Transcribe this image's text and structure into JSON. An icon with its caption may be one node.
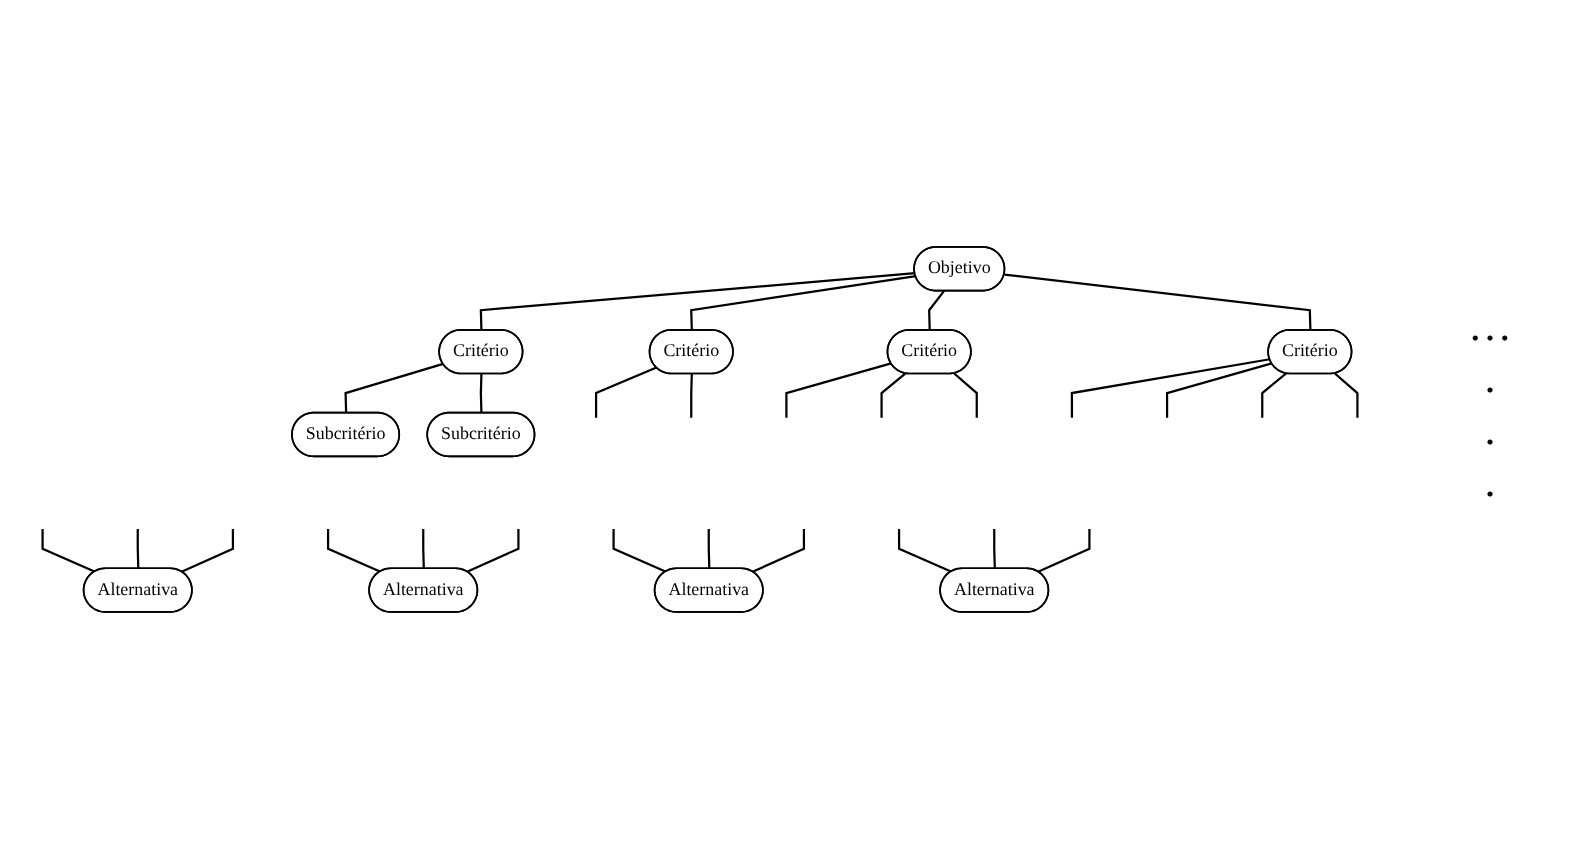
{
  "diagram": {
    "nodes": [
      {
        "text": [
          "Objetivo"
        ]
      },
      {
        "text": [
          "Critério"
        ]
      },
      {
        "text": [
          "Critério"
        ]
      },
      {
        "text": [
          "Critério"
        ]
      },
      {
        "text": [
          "Critério"
        ]
      },
      {
        "text": [
          "Subcritério"
        ]
      },
      {
        "text": [
          "Subcritério"
        ]
      },
      {
        "text": [
          "Alternativa"
        ]
      },
      {
        "text": [
          "Alternativa"
        ]
      },
      {
        "text": [
          "Alternativa"
        ]
      },
      {
        "text": [
          "Alternativa"
        ]
      }
    ],
    "edges": [
      {
        "from": 0,
        "to": 1,
        "arrow": "none"
      },
      {
        "from": 0,
        "to": 2,
        "arrow": "none"
      },
      {
        "from": 0,
        "to": 3,
        "arrow": "none"
      },
      {
        "from": 0,
        "to": 4,
        "arrow": "none"
      },
      {
        "from": 1,
        "to": 5,
        "arrow": "none"
      },
      {
        "from": 1,
        "to": 6,
        "arrow": "none"
      },
      {
        "from": 2,
        "to": null,
        "arrow": "none"
      },
      {
        "from": 2,
        "to": null,
        "arrow": "none"
      },
      {
        "from": 3,
        "to": null,
        "arrow": "none"
      },
      {
        "from": 3,
        "to": null,
        "arrow": "none"
      },
      {
        "from": 3,
        "to": null,
        "arrow": "none"
      },
      {
        "from": 4,
        "to": null,
        "arrow": "none"
      },
      {
        "from": 4,
        "to": null,
        "arrow": "none"
      },
      {
        "from": 4,
        "to": null,
        "arrow": "none"
      },
      {
        "from": 4,
        "to": null,
        "arrow": "none"
      },
      {
        "from": null,
        "to": 7,
        "arrow": "none"
      },
      {
        "from": null,
        "to": 7,
        "arrow": "none"
      },
      {
        "from": null,
        "to": 7,
        "arrow": "none"
      },
      {
        "from": null,
        "to": 8,
        "arrow": "none"
      },
      {
        "from": null,
        "to": 8,
        "arrow": "none"
      },
      {
        "from": null,
        "to": 8,
        "arrow": "none"
      },
      {
        "from": null,
        "to": 9,
        "arrow": "none"
      },
      {
        "from": null,
        "to": 9,
        "arrow": "none"
      },
      {
        "from": null,
        "to": 9,
        "arrow": "none"
      },
      {
        "from": null,
        "to": 10,
        "arrow": "none"
      },
      {
        "from": null,
        "to": 10,
        "arrow": "none"
      },
      {
        "from": null,
        "to": 10,
        "arrow": "none"
      }
    ],
    "labels": [
      "…",
      ".",
      ".",
      "."
    ]
  }
}
